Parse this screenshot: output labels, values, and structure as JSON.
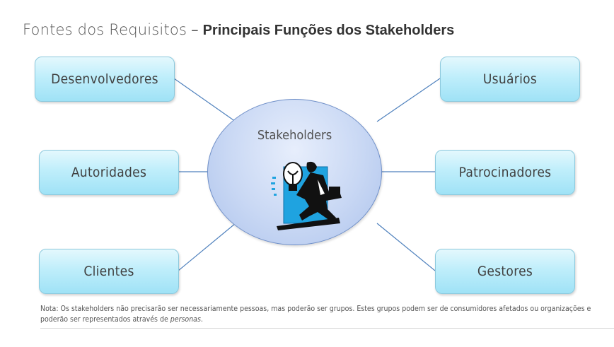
{
  "title": {
    "part1": "Fontes dos Requisitos",
    "separator": "–",
    "part2": "Principais Funções dos Stakeholders"
  },
  "center": {
    "label": "Stakeholders",
    "icon": "businessman-lightbulb-icon"
  },
  "nodes": {
    "desenvolvedores": "Desenvolvedores",
    "autoridades": "Autoridades",
    "clientes": "Clientes",
    "usuarios": "Usuários",
    "patrocinadores": "Patrocinadores",
    "gestores": "Gestores"
  },
  "note": {
    "text": "Nota: Os stakeholders não precisarão ser necessariamente pessoas, mas poderão ser grupos. Estes grupos podem ser de consumidores afetados ou organizações e poderão ser representados através de ",
    "emphasis": "personas",
    "end": "."
  },
  "colors": {
    "node_fill": "#bfeefb",
    "center_fill": "#c9d8f4",
    "line": "#4f81bd"
  }
}
